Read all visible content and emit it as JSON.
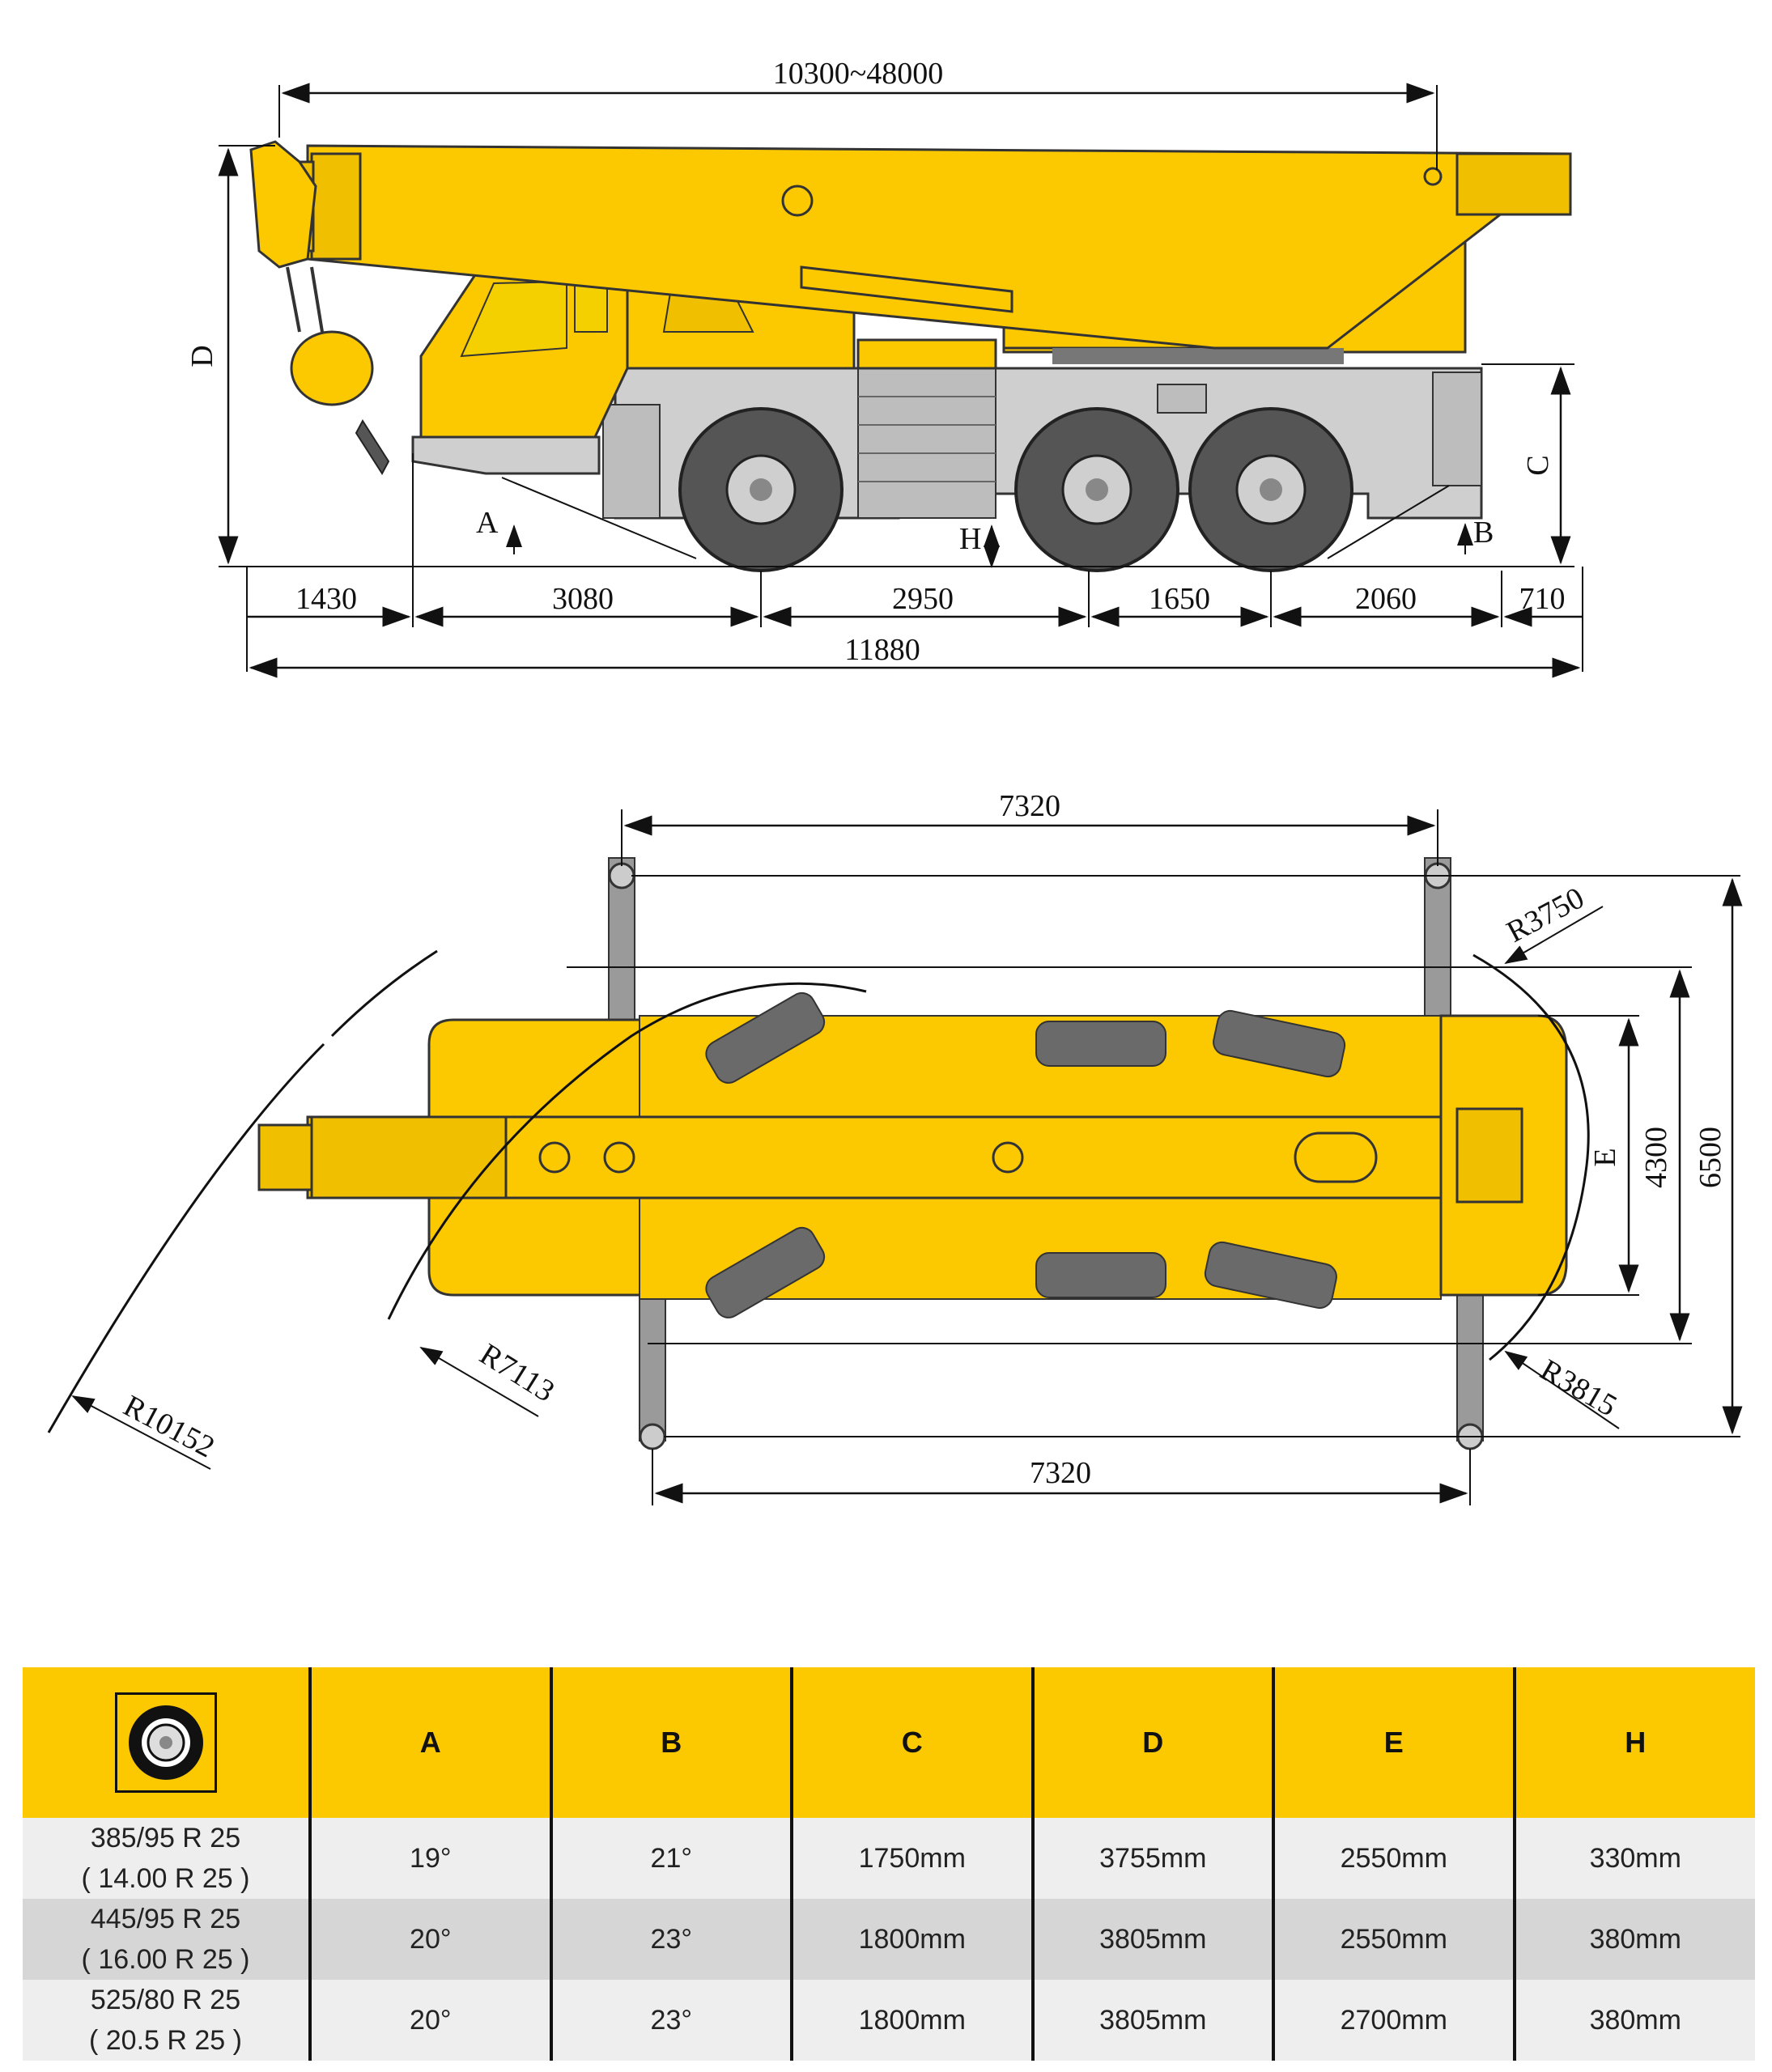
{
  "side_view": {
    "dims": {
      "boom_range": "10300~48000",
      "d1": "1430",
      "d2": "3080",
      "d3": "2950",
      "d4": "1650",
      "d5": "2060",
      "d6": "710",
      "overall": "11880"
    },
    "letters": {
      "A": "A",
      "B": "B",
      "C": "C",
      "D": "D",
      "H": "H"
    }
  },
  "top_view": {
    "dims": {
      "span_top": "7320",
      "span_bottom": "7320",
      "r_tail": "R3750",
      "r_front": "R3815",
      "r_inner": "R7113",
      "r_outer": "R10152",
      "width_e": "E",
      "width_4300": "4300",
      "width_6500": "6500"
    }
  },
  "table": {
    "headers": [
      "A",
      "B",
      "C",
      "D",
      "E",
      "H"
    ],
    "rows": [
      {
        "tire1": "385/95 R 25",
        "tire2": "( 14.00 R 25 )",
        "A": "19°",
        "B": "21°",
        "C": "1750mm",
        "D": "3755mm",
        "E": "2550mm",
        "H": "330mm"
      },
      {
        "tire1": "445/95 R 25",
        "tire2": "( 16.00 R 25 )",
        "A": "20°",
        "B": "23°",
        "C": "1800mm",
        "D": "3805mm",
        "E": "2550mm",
        "H": "380mm"
      },
      {
        "tire1": "525/80 R 25",
        "tire2": "( 20.5 R 25 )",
        "A": "20°",
        "B": "23°",
        "C": "1800mm",
        "D": "3805mm",
        "E": "2700mm",
        "H": "380mm"
      }
    ]
  },
  "colors": {
    "yellow": "#fcc800",
    "grey": "#cfcfcf",
    "tire": "#555555",
    "line": "#111111"
  },
  "icons": [
    "tire-icon"
  ]
}
